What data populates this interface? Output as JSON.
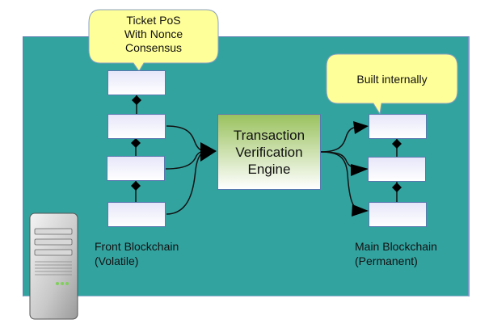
{
  "diagram": {
    "callouts": [
      {
        "id": "ticket-pos",
        "text": "Ticket PoS\nWith Nonce\nConsensus"
      },
      {
        "id": "built-internally",
        "text": "Built internally"
      }
    ],
    "engine": {
      "label": "Transaction\nVerification\nEngine"
    },
    "front_chain": {
      "label": "Front Blockchain\n(Volatile)",
      "block_count": 4
    },
    "main_chain": {
      "label": "Main Blockchain\n(Permanent)",
      "block_count": 3
    },
    "icons": {
      "server": "server-tower-icon"
    },
    "colors": {
      "panel": "#33a3a0",
      "callout": "#ffff99",
      "block_top": "#e6e6fa",
      "engine_top": "#9ac25e"
    }
  }
}
